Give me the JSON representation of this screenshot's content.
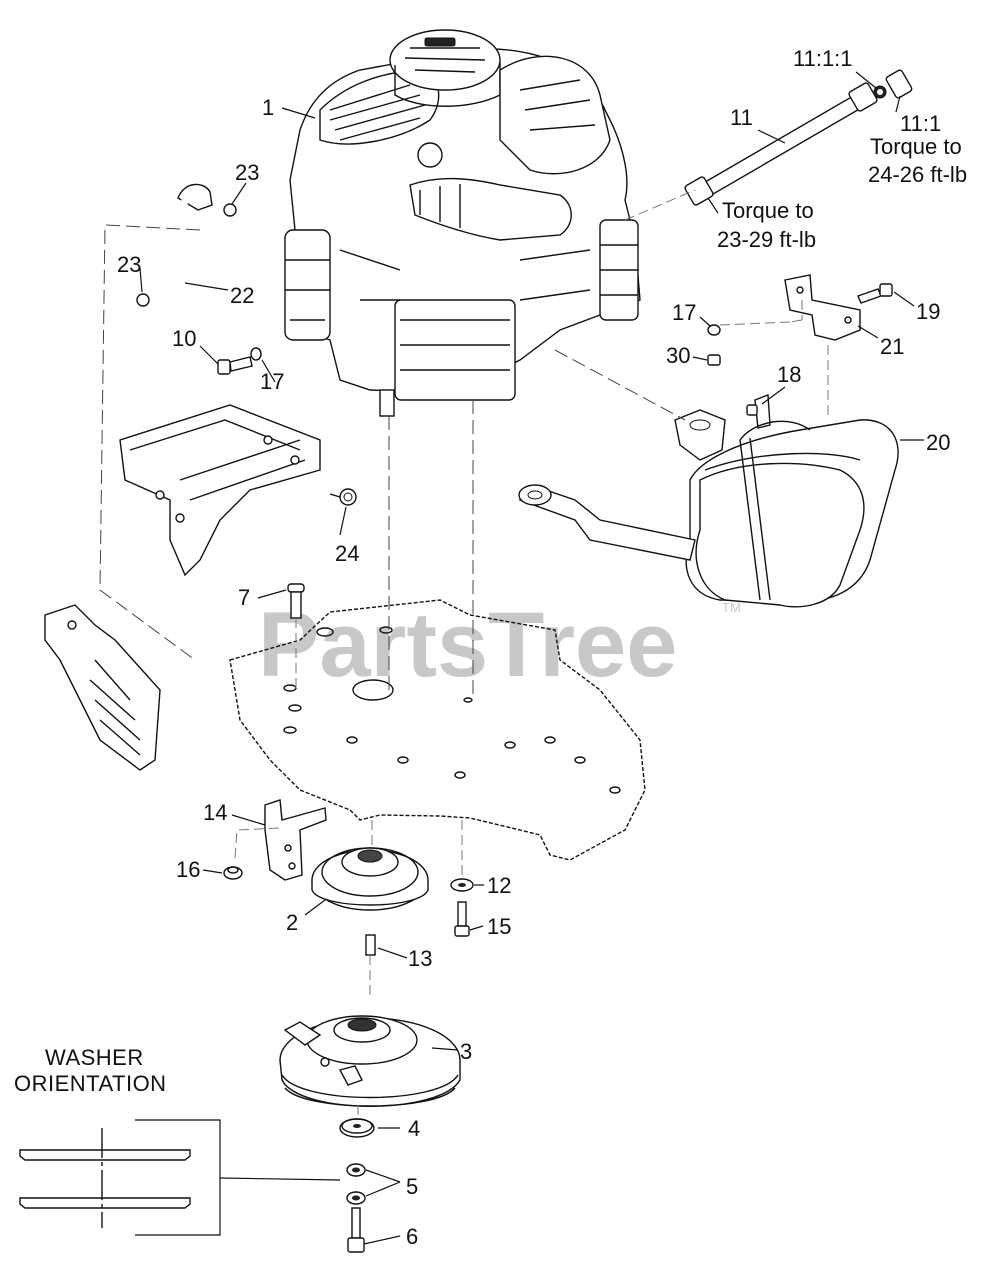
{
  "watermark": {
    "text": "PartsTree",
    "trademark": "TM"
  },
  "callouts": [
    {
      "id": "1",
      "text": "1"
    },
    {
      "id": "2",
      "text": "2"
    },
    {
      "id": "3",
      "text": "3"
    },
    {
      "id": "4",
      "text": "4"
    },
    {
      "id": "5",
      "text": "5"
    },
    {
      "id": "6",
      "text": "6"
    },
    {
      "id": "7",
      "text": "7"
    },
    {
      "id": "10",
      "text": "10"
    },
    {
      "id": "11",
      "text": "11"
    },
    {
      "id": "11-1",
      "text": "11:1"
    },
    {
      "id": "11-1-1",
      "text": "11:1:1"
    },
    {
      "id": "12",
      "text": "12"
    },
    {
      "id": "13",
      "text": "13"
    },
    {
      "id": "14",
      "text": "14"
    },
    {
      "id": "15",
      "text": "15"
    },
    {
      "id": "16",
      "text": "16"
    },
    {
      "id": "17a",
      "text": "17"
    },
    {
      "id": "17b",
      "text": "17"
    },
    {
      "id": "18",
      "text": "18"
    },
    {
      "id": "19",
      "text": "19"
    },
    {
      "id": "20",
      "text": "20"
    },
    {
      "id": "21",
      "text": "21"
    },
    {
      "id": "22",
      "text": "22"
    },
    {
      "id": "23a",
      "text": "23"
    },
    {
      "id": "23b",
      "text": "23"
    },
    {
      "id": "24",
      "text": "24"
    },
    {
      "id": "30",
      "text": "30"
    }
  ],
  "notes": {
    "torque_fitting_line1": "Torque to",
    "torque_fitting_line2": "24-26 ft-lb",
    "torque_hose_line1": "Torque to",
    "torque_hose_line2": "23-29 ft-lb",
    "washer_title_line1": "WASHER",
    "washer_title_line2": "ORIENTATION"
  }
}
